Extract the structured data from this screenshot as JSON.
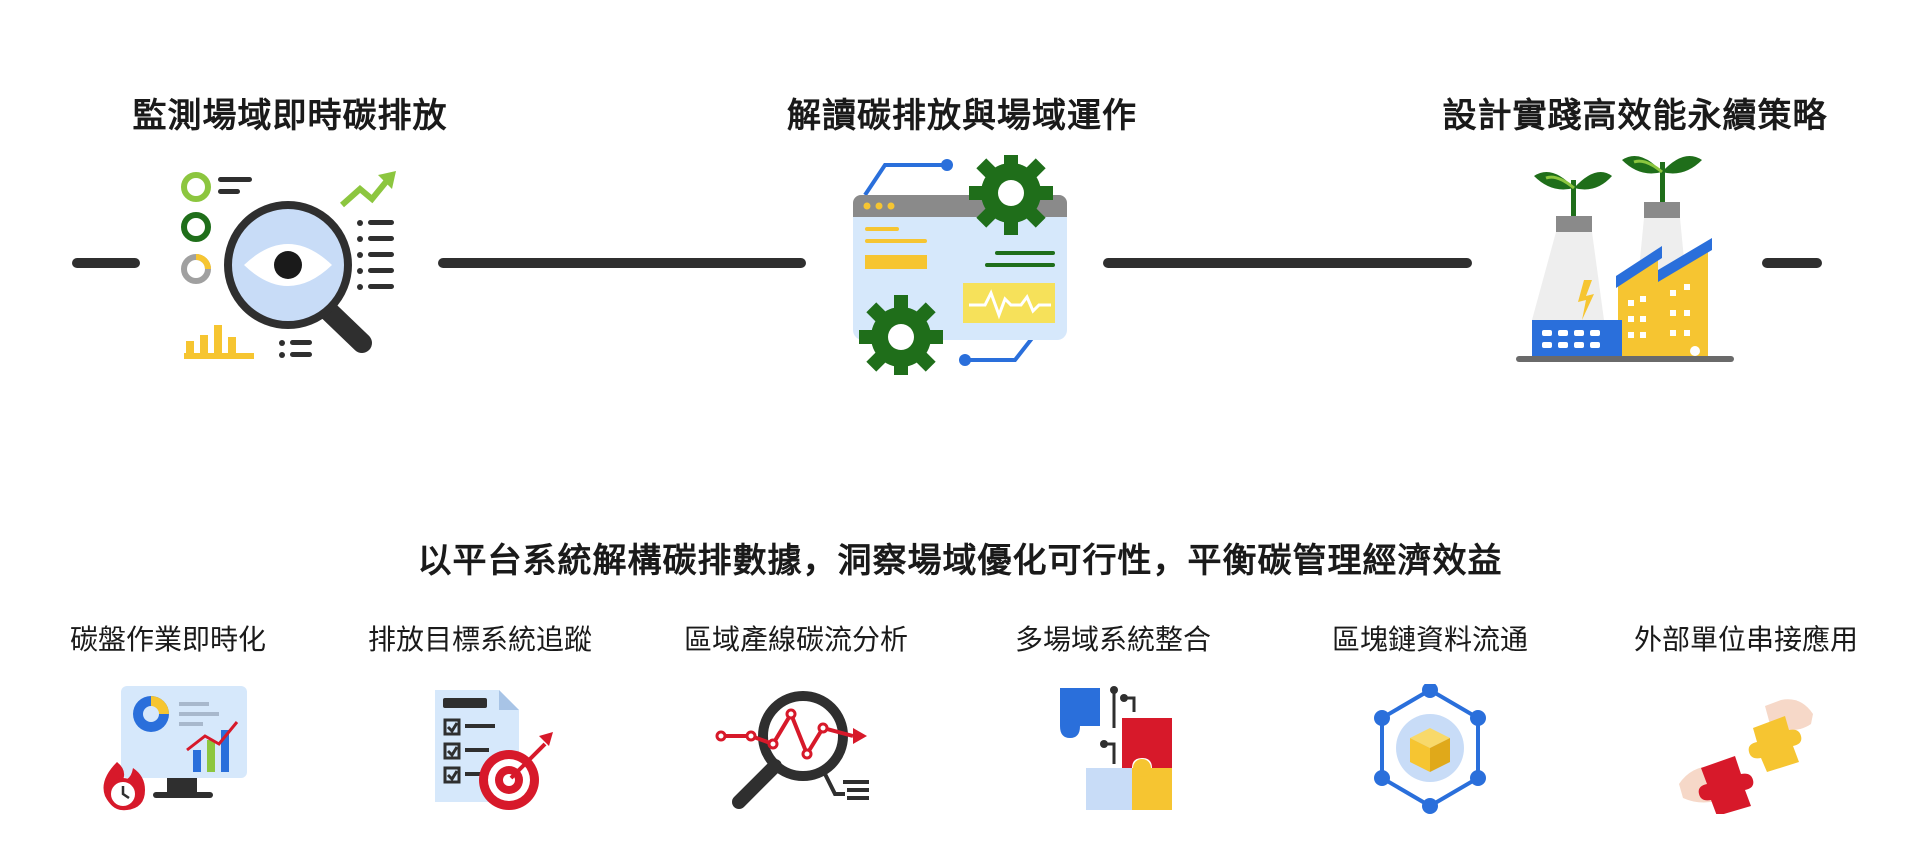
{
  "steps": [
    {
      "title": "監測場域即時碳排放",
      "icon": "monitor-magnifier-eye-icon"
    },
    {
      "title": "解讀碳排放與場域運作",
      "icon": "dashboard-gears-icon"
    },
    {
      "title": "設計實踐高效能永續策略",
      "icon": "green-factory-icon"
    }
  ],
  "subtitle": "以平台系統解構碳排數據，洞察場域優化可行性，平衡碳管理經濟效益",
  "features": [
    {
      "label": "碳盤作業即時化",
      "icon": "realtime-monitor-icon"
    },
    {
      "label": "排放目標系統追蹤",
      "icon": "checklist-target-icon"
    },
    {
      "label": "區域產線碳流分析",
      "icon": "analysis-magnifier-icon"
    },
    {
      "label": "多場域系統整合",
      "icon": "puzzle-integration-icon"
    },
    {
      "label": "區塊鏈資料流通",
      "icon": "blockchain-cube-icon"
    },
    {
      "label": "外部單位串接應用",
      "icon": "handshake-puzzle-icon"
    }
  ],
  "colors": {
    "line": "#2f2f2f",
    "green": "#1f6e1a",
    "light_green": "#8cc63f",
    "blue": "#2a6fdb",
    "light_blue": "#d6e8fb",
    "yellow": "#f6c531",
    "red": "#d7192a"
  }
}
